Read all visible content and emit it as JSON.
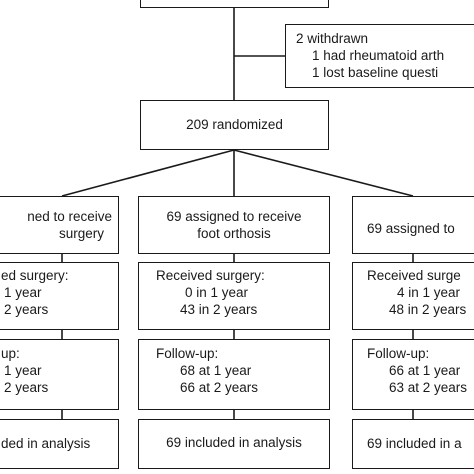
{
  "withdrawn": {
    "title": "2 withdrawn",
    "reasons": [
      "1 had rheumatoid arth",
      "1 lost baseline questi"
    ]
  },
  "randomized": "209 randomized",
  "left": {
    "assigned": [
      "ned to receive",
      "surgery"
    ],
    "received_title": "ed surgery:",
    "received": [
      "1 year",
      "2 years"
    ],
    "followup_title": "up:",
    "followup": [
      "1 year",
      "2 years"
    ],
    "analysis": "ded in analysis"
  },
  "middle": {
    "assigned": [
      "69 assigned to receive",
      "foot orthosis"
    ],
    "received_title": "Received surgery:",
    "received": [
      "0 in 1 year",
      "43 in 2 years"
    ],
    "followup_title": "Follow-up:",
    "followup": [
      "68 at 1 year",
      "66 at 2 years"
    ],
    "analysis": "69 included in analysis"
  },
  "right": {
    "assigned": "69 assigned to",
    "received_title": "Received surge",
    "received": [
      "4 in 1 year",
      "48 in 2 years"
    ],
    "followup_title": "Follow-up:",
    "followup": [
      "66 at 1 year",
      "63 at 2 years"
    ],
    "analysis": "69 included in a"
  }
}
